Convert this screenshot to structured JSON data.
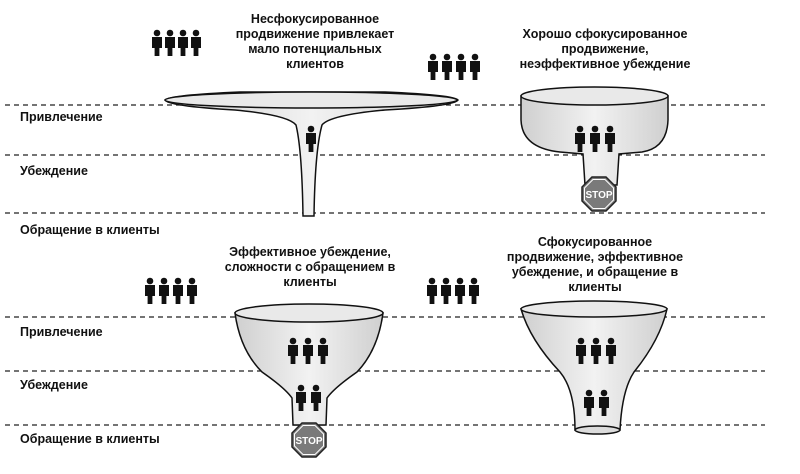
{
  "row_labels": {
    "attraction": "Привлечение",
    "persuasion": "Убеждение",
    "conversion": "Обращение в клиенты"
  },
  "panels": [
    {
      "id": "top-left",
      "caption": [
        "Несфокусированное",
        "продвижение привлекает",
        "мало потенциальных",
        "клиентов"
      ]
    },
    {
      "id": "top-right",
      "caption": [
        "Хорошо сфокусированное",
        "продвижение,",
        "неэффективное убеждение"
      ]
    },
    {
      "id": "bottom-left",
      "caption": [
        "Эффективное убеждение,",
        "сложности с обращением в",
        "клиенты"
      ]
    },
    {
      "id": "bottom-right",
      "caption": [
        "Сфокусированное",
        "продвижение, эффективное",
        "убеждение, и обращение в",
        "клиенты"
      ]
    }
  ],
  "stop_sign_text": "STOP",
  "icons": [
    "person-icon",
    "stop-sign-icon",
    "funnel-icon"
  ],
  "colors": {
    "ink": "#111111",
    "funnel_fill": "#e6e6e6",
    "stop_fill": "#7a7a7a"
  }
}
